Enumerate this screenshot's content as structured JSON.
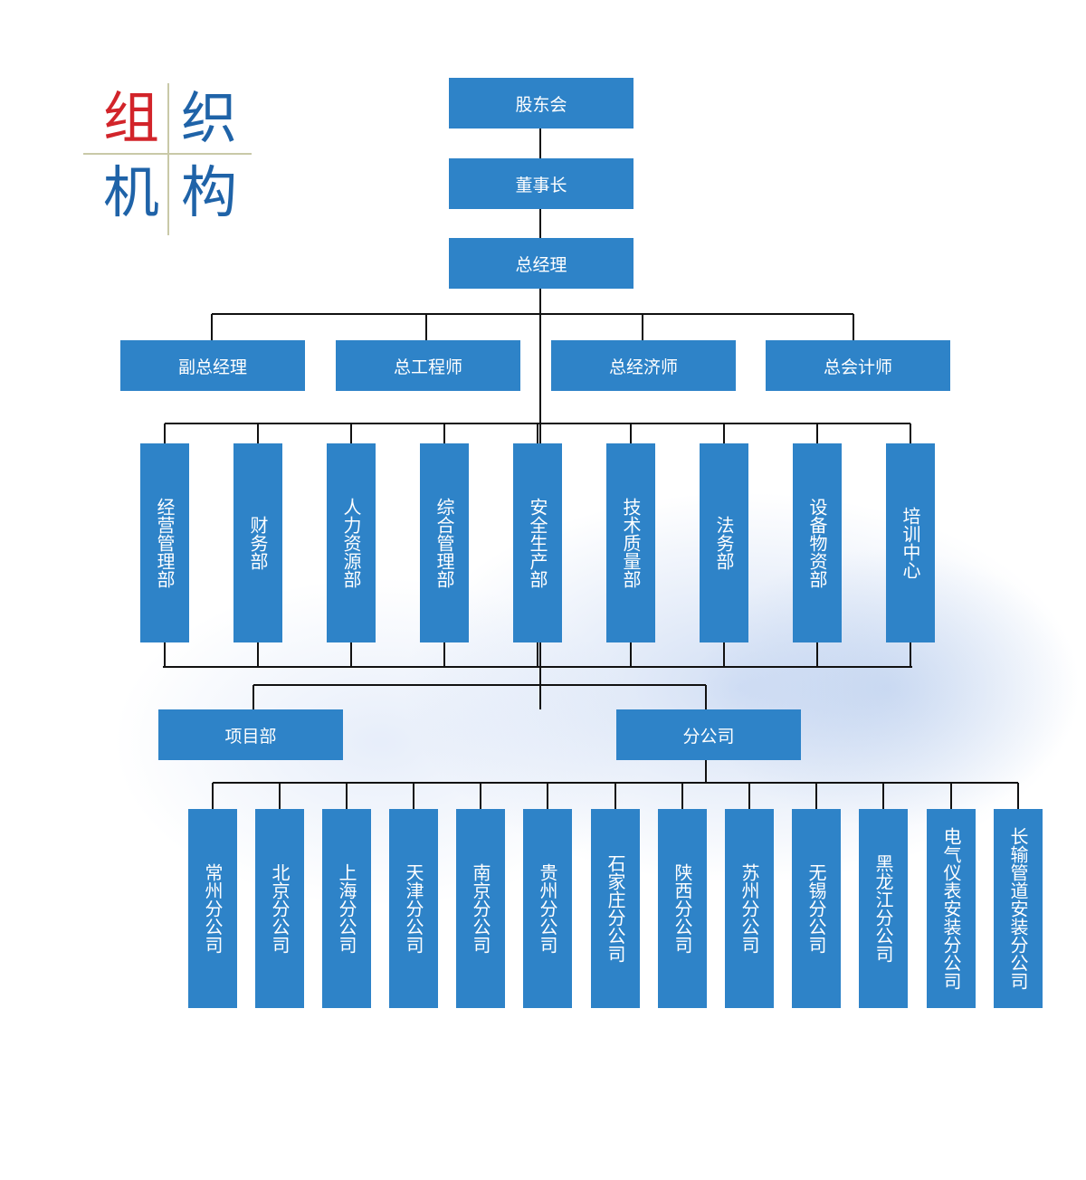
{
  "logo": {
    "c1": "组",
    "c2": "织",
    "c3": "机",
    "c4": "构",
    "color_red": "#d2242a",
    "color_blue": "#1f63a8"
  },
  "top": {
    "shareholders": "股东会",
    "chairman": "董事长",
    "gm": "总经理"
  },
  "executives": [
    "副总经理",
    "总工程师",
    "总经济师",
    "总会计师"
  ],
  "departments": [
    "经营管理部",
    "财务部",
    "人力资源部",
    "综合管理部",
    "安全生产部",
    "技术质量部",
    "法务部",
    "设备物资部",
    "培训中心"
  ],
  "units": {
    "projects": "项目部",
    "branches": "分公司"
  },
  "branches": [
    "常州分公司",
    "北京分公司",
    "上海分公司",
    "天津分公司",
    "南京分公司",
    "贵州分公司",
    "石家庄分公司",
    "陕西分公司",
    "苏州分公司",
    "无锡分公司",
    "黑龙江分公司",
    "电气仪表安装分公司",
    "长输管道安装分公司"
  ],
  "colors": {
    "box": "#2e83c8",
    "line": "#111111"
  }
}
